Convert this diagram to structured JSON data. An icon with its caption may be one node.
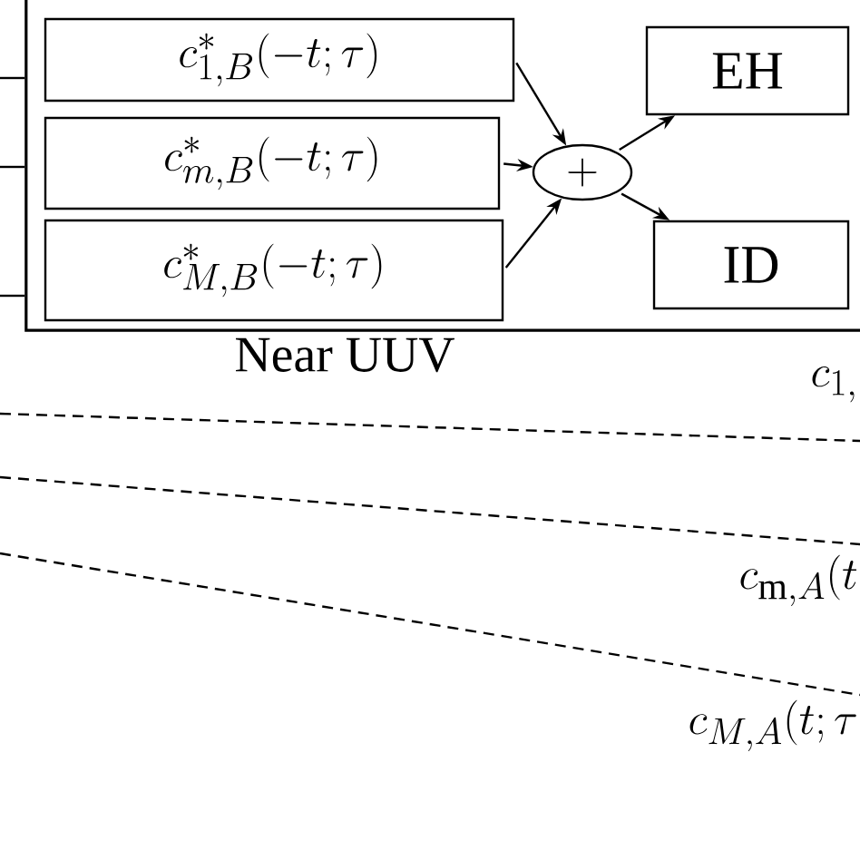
{
  "diagram": {
    "nodes": [
      {
        "text": [
          "Near UUV"
        ]
      },
      {
        "text": [
          "c^{*}_{1,B}(-t;\\tau)"
        ],
        "in": 0
      },
      {
        "text": [
          "c^{*}_{m,B}(-t;\\tau)"
        ],
        "in": 0
      },
      {
        "text": [
          "c^{*}_{M,B}(-t;\\tau)"
        ],
        "in": 0
      },
      {
        "text": [
          "+"
        ],
        "in": 0
      },
      {
        "text": [
          "EH"
        ],
        "in": 0
      },
      {
        "text": [
          "ID"
        ],
        "in": 0
      }
    ],
    "edges": [
      {
        "from": null,
        "to": 0,
        "arrow": "none"
      },
      {
        "from": null,
        "to": 0,
        "arrow": "none"
      },
      {
        "from": null,
        "to": 0,
        "arrow": "none"
      },
      {
        "from": 1,
        "to": 4,
        "arrow": "to"
      },
      {
        "from": 2,
        "to": 4,
        "arrow": "to"
      },
      {
        "from": 3,
        "to": 4,
        "arrow": "to"
      },
      {
        "from": 4,
        "to": 5,
        "arrow": "to"
      },
      {
        "from": 4,
        "to": 6,
        "arrow": "to"
      }
    ],
    "labels": [
      "c_{1,}",
      "c_{\\mathrm{m},A}(t",
      "c_{M,A}(t;\\tau"
    ]
  }
}
